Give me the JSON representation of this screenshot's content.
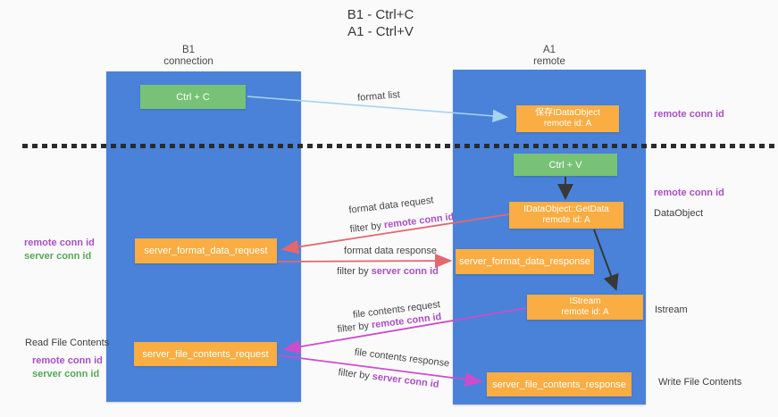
{
  "title": {
    "line1": "B1 - Ctrl+C",
    "line2": "A1 - Ctrl+V"
  },
  "columns": {
    "left": {
      "name": "B1",
      "role": "connection"
    },
    "right": {
      "name": "A1",
      "role": "remote"
    }
  },
  "nodes": {
    "ctrl_c": {
      "label": "Ctrl + C"
    },
    "save_idataobject": {
      "line1": "保存IDataObject",
      "line2": "remote id: A"
    },
    "ctrl_v": {
      "label": "Ctrl + V"
    },
    "getdata": {
      "line1": "IDataObject::GetData",
      "line2": "remote id: A"
    },
    "format_request": {
      "label": "server_format_data_request"
    },
    "format_response": {
      "label": "server_format_data_response"
    },
    "istream": {
      "line1": "IStream",
      "line2": "remote id: A"
    },
    "file_request": {
      "label": "server_file_contents_request"
    },
    "file_response": {
      "label": "server_file_contents_response"
    }
  },
  "flow_labels": {
    "format_list": "format list",
    "format_data_request": "format data request",
    "format_data_response": "format data response",
    "file_contents_request": "file contents request",
    "file_contents_response": "file contents response",
    "filter_by": "filter by ",
    "remote_conn_id": "remote conn id",
    "server_conn_id": "server conn id"
  },
  "margin_labels": {
    "left": {
      "remote_conn_id_1": "remote conn id",
      "server_conn_id_1": "server conn id",
      "read_file_contents": "Read File Contents",
      "remote_conn_id_2": "remote conn id",
      "server_conn_id_2": "server conn id"
    },
    "right": {
      "remote_conn_id_1": "remote conn id",
      "remote_conn_id_2": "remote conn id",
      "dataobject": "DataObject",
      "istream": "Istream",
      "write_file_contents": "Write File Contents"
    }
  },
  "colors": {
    "column_blue": "#4a82d9",
    "box_green": "#77c277",
    "box_orange": "#f9ad42",
    "label_purple": "#a94fc5",
    "label_green": "#55a855",
    "arrow_lightblue": "#a6d3ef",
    "arrow_red": "#e2676f",
    "arrow_magenta": "#cc4ccc",
    "arrow_black": "#383838",
    "text_dark": "#3d3d3d"
  }
}
